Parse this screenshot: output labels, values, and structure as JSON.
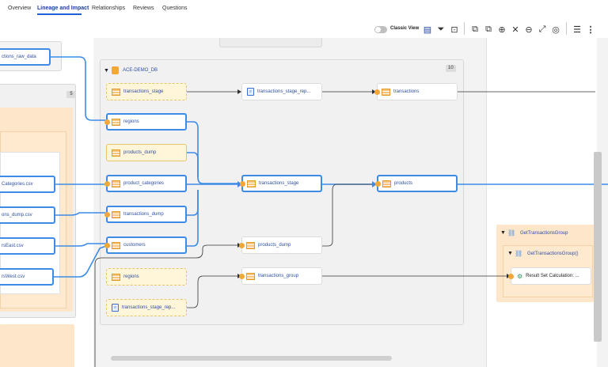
{
  "tabs": [
    {
      "label": "Overview"
    },
    {
      "label": "Lineage and Impact"
    },
    {
      "label": "Relationships"
    },
    {
      "label": "Reviews"
    },
    {
      "label": "Questions"
    }
  ],
  "toolbar": {
    "classic_view_label": "Classic View",
    "icons": [
      "table-layout-icon",
      "filter-icon",
      "bookmark-icon",
      "expand-all-icon",
      "collapse-all-icon",
      "zoom-in-icon",
      "shrink-icon",
      "zoom-out-icon",
      "fit-view-icon",
      "target-icon",
      "panel-icon",
      "more-icon"
    ]
  },
  "left_column": {
    "sources": [
      {
        "label": "ctions_raw_data"
      },
      {
        "label": "Categories.csv"
      },
      {
        "label": "ons_dump.csv"
      },
      {
        "label": "rsEast.csv"
      },
      {
        "label": "rsWest.csv"
      }
    ],
    "group_badge": "5"
  },
  "main_group": {
    "title": "ACE-DEMO_DB",
    "badge": "10",
    "nodes": {
      "transactions_stage_top": "transactions_stage",
      "transactions_stage_rep_top": "transactions_stage_rep...",
      "transactions_top": "transactions",
      "regions": "regions",
      "products_dump": "products_dump",
      "product_categories": "product_categories",
      "transactions_dump": "transactions_dump",
      "customers": "customers",
      "regions_bottom": "regions",
      "transactions_stage_rep_bottom": "transactions_stage_rep..."
    },
    "targets": {
      "transactions_stage_mid": "transactions_stage",
      "products": "products",
      "products_dump_mid": "products_dump",
      "transactions_group": "transactions_group"
    }
  },
  "right_group": {
    "title": "GetTransactionsGroup",
    "subtitle": "GetTransactionsGroup()",
    "result": "Result Set Calculation: ..."
  }
}
